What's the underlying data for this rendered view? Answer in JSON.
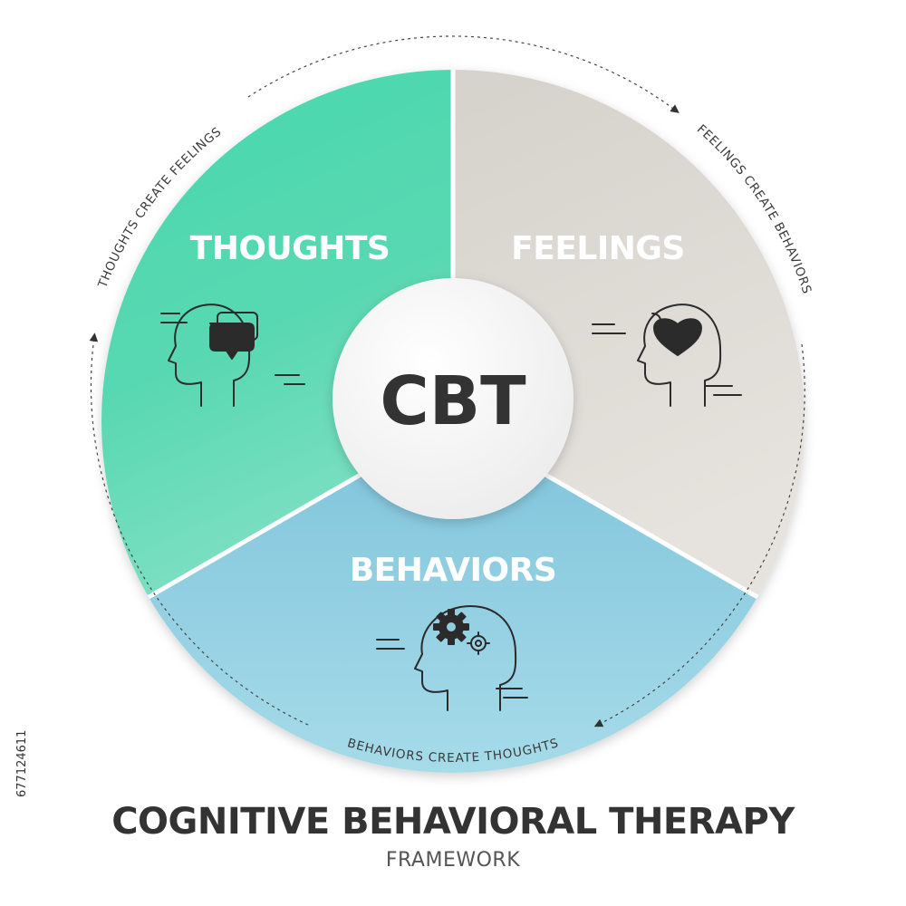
{
  "diagram": {
    "center": {
      "label": "CBT"
    },
    "segments": [
      {
        "label": "THOUGHTS",
        "icon": "head-speech-bubble-icon",
        "color": "#4fd6ad"
      },
      {
        "label": "FEELINGS",
        "icon": "head-heart-icon",
        "color": "#dcd9d3"
      },
      {
        "label": "BEHAVIORS",
        "icon": "head-gears-icon",
        "color": "#86c8dc"
      }
    ],
    "cycle": [
      {
        "from": "THOUGHTS",
        "to": "FEELINGS",
        "label": "THOUGHTS CREATE FEELINGS"
      },
      {
        "from": "FEELINGS",
        "to": "BEHAVIORS",
        "label": "FEELINGS CREATE BEHAVIORS"
      },
      {
        "from": "BEHAVIORS",
        "to": "THOUGHTS",
        "label": "BEHAVIORS CREATE  THOUGHTS"
      }
    ]
  },
  "title": "COGNITIVE BEHAVIORAL THERAPY",
  "subtitle": "FRAMEWORK",
  "watermark_id": "677124611",
  "colors": {
    "text_dark": "#333333",
    "thoughts": "#4fd6ad",
    "feelings": "#dcd9d3",
    "behaviors": "#86c8dc",
    "center_fill": "#f4f4f4"
  }
}
